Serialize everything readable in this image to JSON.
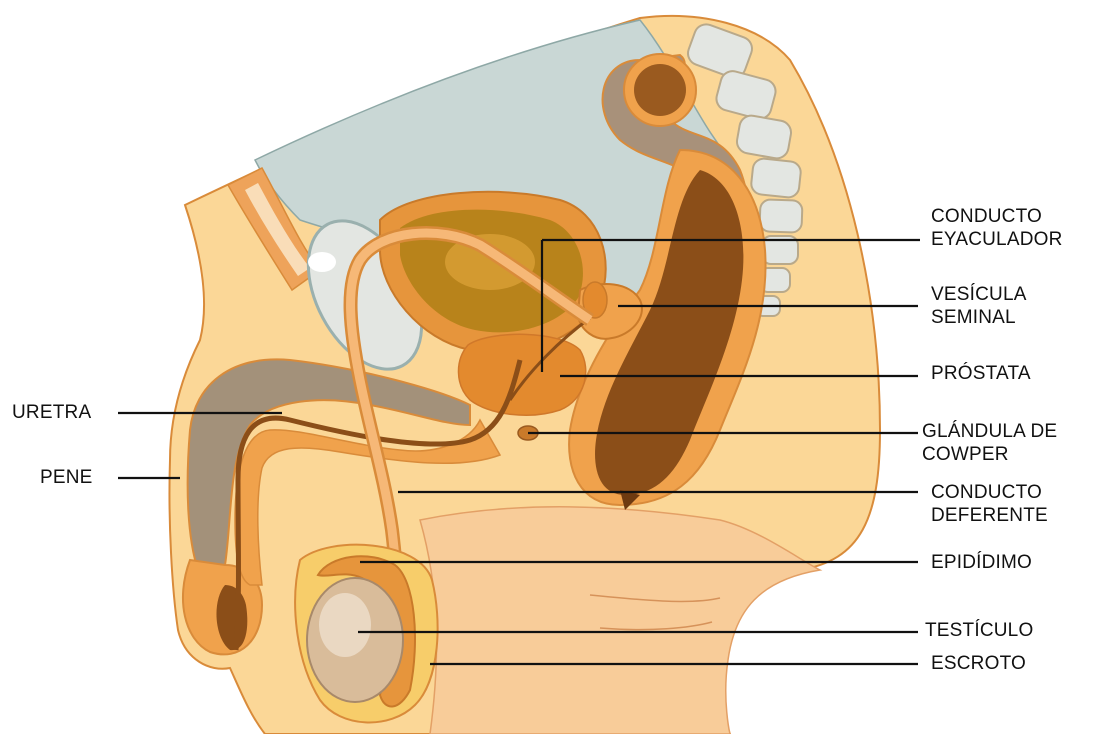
{
  "labels": {
    "conducto_eyaculador": [
      "CONDUCTO",
      "EYACULADOR"
    ],
    "vesicula_seminal": [
      "VESÍCULA",
      "SEMINAL"
    ],
    "prostata": "PRÓSTATA",
    "glandula_cowper": [
      "GLÁNDULA DE",
      "COWPER"
    ],
    "conducto_deferente": [
      "CONDUCTO",
      "DEFERENTE"
    ],
    "epididimo": "EPIDÍDIMO",
    "testiculo": "TESTÍCULO",
    "escroto": "ESCROTO",
    "uretra": "URETRA",
    "pene": "PENE"
  },
  "colors": {
    "skin": "#fbd797",
    "skin_fat": "#f7cd6a",
    "skin_outline": "#d98b3a",
    "bladder_fill": "#b8831b",
    "bladder_wall": "#e6953c",
    "cavity": "#c9d7d5",
    "bone": "#e3e6e2",
    "rectum_dark": "#8b4e18",
    "rectum_mid": "#b56a2a",
    "prostate": "#e38a2e",
    "erectile": "#a3917a",
    "testis": "#d9bc9a",
    "label_line": "#111111"
  }
}
